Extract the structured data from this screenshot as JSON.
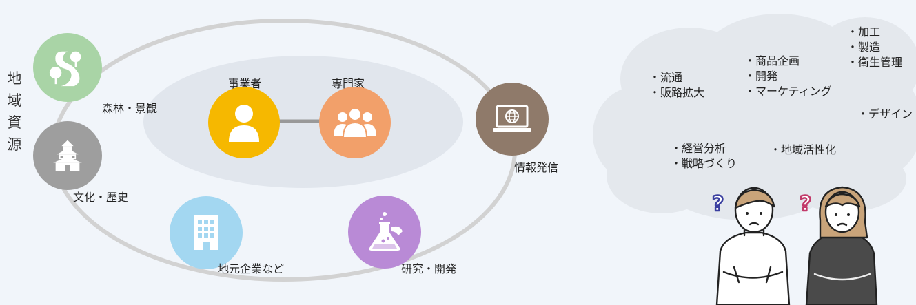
{
  "regional_resources_label": [
    "地",
    "域",
    "資",
    "源"
  ],
  "center": {
    "business_label": "事業者",
    "expert_label": "専門家"
  },
  "nodes": {
    "forest": "森林・景観",
    "culture": "文化・歴史",
    "local_companies": "地元企業など",
    "research": "研究・開発",
    "info": "情報発信"
  },
  "cloud": {
    "group_distribution": [
      "・流通",
      "・販路拡大"
    ],
    "group_product": [
      "・商品企画",
      "・開発",
      "・マーケティング"
    ],
    "group_processing": [
      "・加工",
      "・製造",
      "・衛生管理"
    ],
    "design": "・デザイン",
    "group_management": [
      "・経営分析",
      "・戦略づくり"
    ],
    "regional_revitalization": "・地域活性化"
  },
  "colors": {
    "forest": "#a9d4a6",
    "culture": "#9e9e9e",
    "local_companies": "#9ed5ef",
    "research": "#b98ad6",
    "info": "#8f7a6a",
    "business": "#f6b800",
    "expert": "#f2a06a",
    "ring": "#cfcfcf",
    "inner_ellipse": "#e2e6ec",
    "cloud": "#e6e9ee"
  },
  "icons": {
    "forest": "forest-path-icon",
    "culture": "castle-icon",
    "local_companies": "building-icon",
    "research": "flask-icon",
    "info": "laptop-globe-icon",
    "business": "person-icon",
    "expert": "group-icon",
    "people": "confused-people-icon"
  }
}
